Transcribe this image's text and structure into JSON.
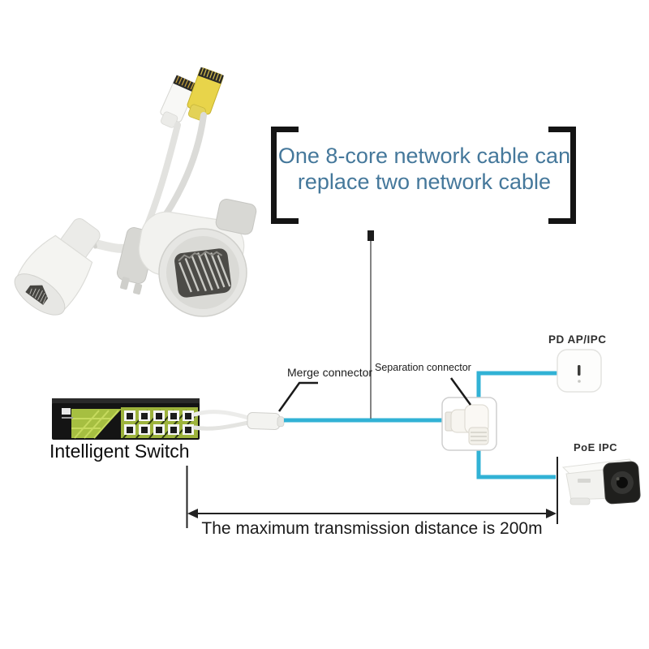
{
  "colors": {
    "headline-teal": "#45789b",
    "cable-cyan": "#31b2d5",
    "bracket-black": "#141414"
  },
  "headline": {
    "line1": "One 8-core network cable can",
    "line2": "replace two network cable"
  },
  "diagram": {
    "merge_connector_label": "Merge connector",
    "separation_connector_label": "Separation connector",
    "pd_device_label": "PD AP/IPC",
    "poe_device_label": "PoE IPC",
    "switch_label": "Intelligent Switch",
    "distance_label": "The maximum transmission distance is 200m"
  }
}
